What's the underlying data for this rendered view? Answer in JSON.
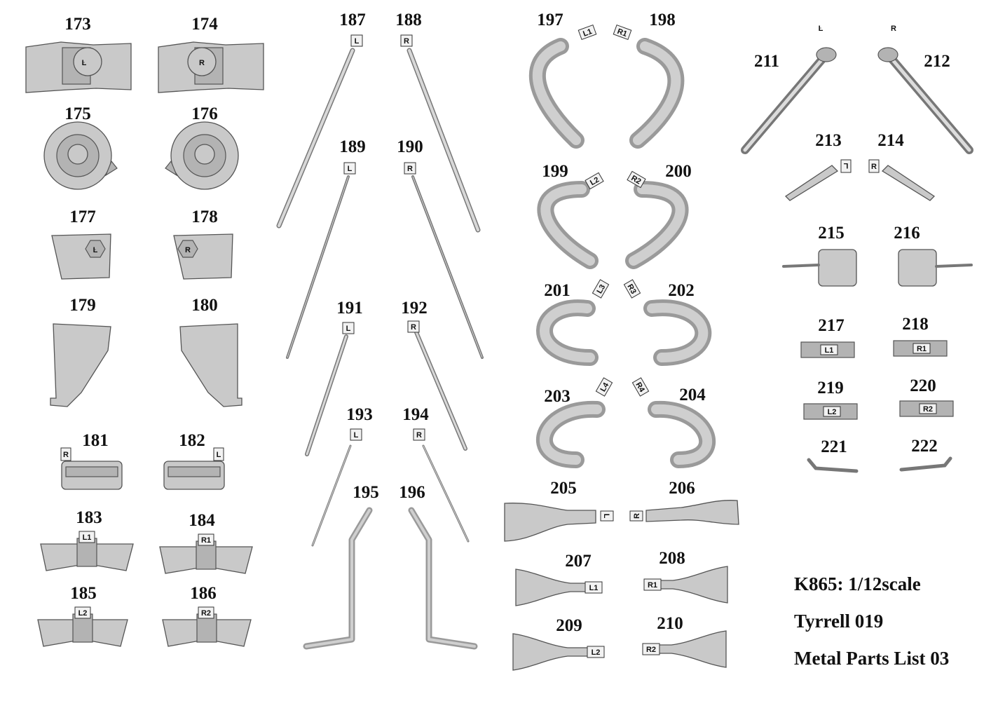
{
  "part_numbers": [
    "173",
    "174",
    "175",
    "176",
    "177",
    "178",
    "179",
    "180",
    "181",
    "182",
    "183",
    "184",
    "185",
    "186",
    "187",
    "188",
    "189",
    "190",
    "191",
    "192",
    "193",
    "194",
    "195",
    "196",
    "197",
    "198",
    "199",
    "200",
    "201",
    "202",
    "203",
    "204",
    "205",
    "206",
    "207",
    "208",
    "209",
    "210",
    "211",
    "212",
    "213",
    "214",
    "215",
    "216",
    "217",
    "218",
    "219",
    "220",
    "221",
    "222"
  ],
  "part_tags": [
    "L",
    "R",
    "L",
    "R",
    "R",
    "L",
    "L1",
    "R1",
    "L2",
    "R2",
    "L",
    "R",
    "L",
    "R",
    "L",
    "R",
    "L",
    "R",
    "L1",
    "R1",
    "L2",
    "R2",
    "L3",
    "R3",
    "L4",
    "R4",
    "L",
    "R",
    "L1",
    "R1",
    "L2",
    "R2",
    "L",
    "R",
    "L",
    "R",
    "L1",
    "R1",
    "L2",
    "R2"
  ],
  "caption": {
    "line1": "K865: 1/12scale",
    "line2": "Tyrrell 019",
    "line3": "Metal Parts List 03"
  },
  "colors": {
    "metal": "#c9c9c9",
    "metal_dark": "#555555",
    "text": "#111111"
  }
}
